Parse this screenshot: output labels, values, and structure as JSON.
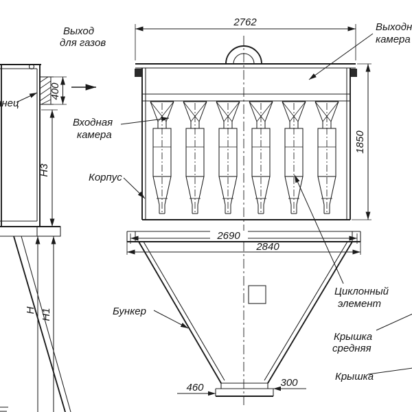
{
  "labels": {
    "gas_exit_line1": "Выход",
    "gas_exit_line2": "для газов",
    "exit_chamber_line1": "Выходная",
    "exit_chamber_line2": "камера",
    "flange": "Фланец",
    "inlet_chamber_line1": "Входная",
    "inlet_chamber_line2": "камера",
    "body": "Корпус",
    "hopper": "Бункер",
    "cyclone_element_line1": "Циклонный",
    "cyclone_element_line2": "элемент",
    "middle_cover_line1": "Крышка",
    "middle_cover_line2": "средняя",
    "cover": "Крышка"
  },
  "dimensions": {
    "top_width": "2762",
    "outlet_flange_height": "400",
    "chamber_height": "1850",
    "flange_inner_width": "2690",
    "flange_outer_width": "2840",
    "outlet_width": "460",
    "outlet_depth": "300",
    "height_total": "Н",
    "height_hopper": "Н1",
    "height_casing": "Н3"
  },
  "style": {
    "line_color": "#1a1a1a",
    "background": "#ffffff"
  }
}
